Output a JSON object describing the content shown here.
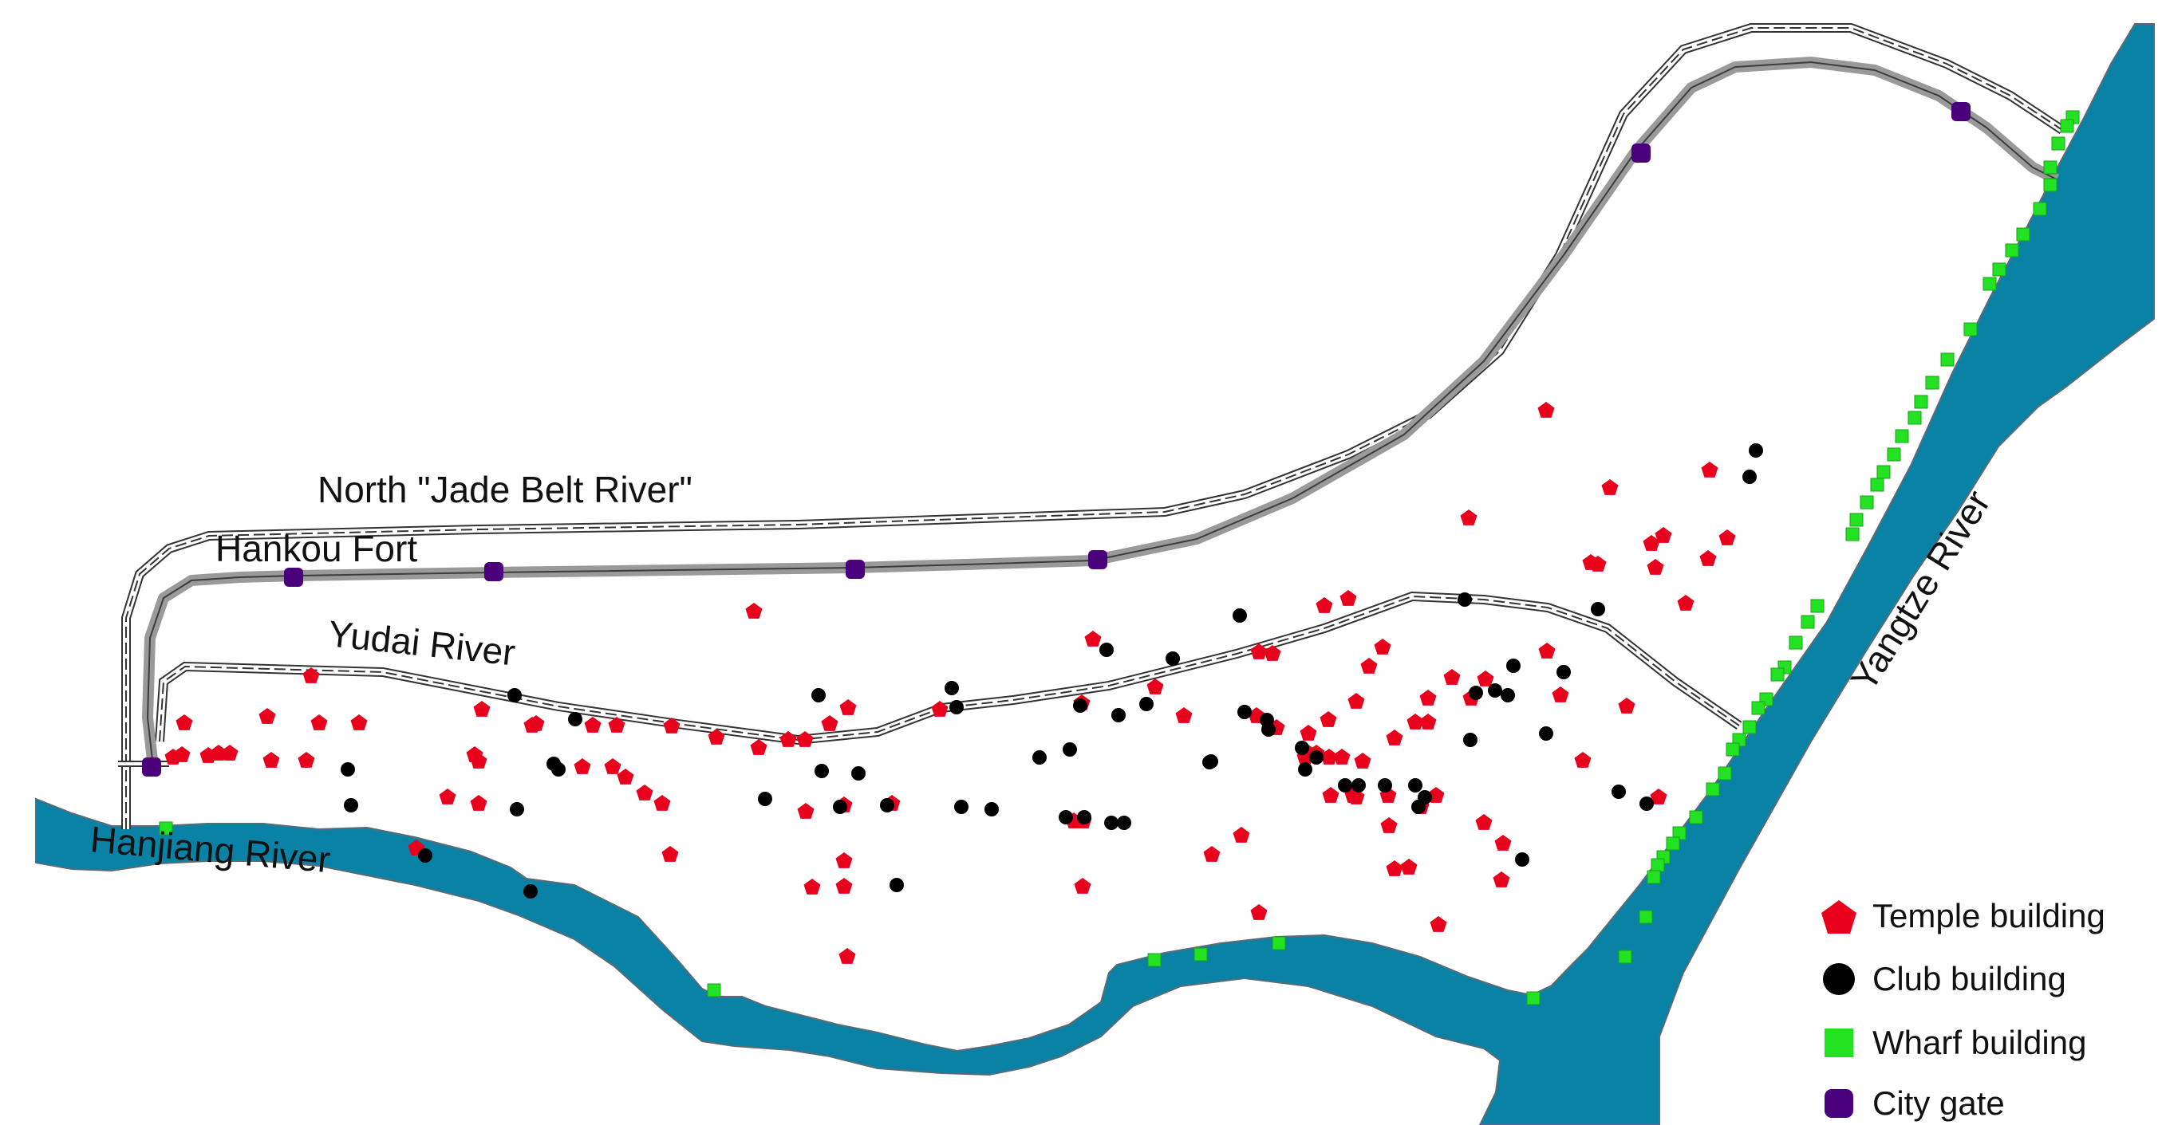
{
  "labels": {
    "north_river": "North \"Jade Belt River\"",
    "fort": "Hankou Fort",
    "yudai_river": "Yudai River",
    "hanjiang_river": "Hanjiang River",
    "yangtze_river": "Yangtze River"
  },
  "legend": [
    {
      "key": "temple",
      "label": "Temple building",
      "color": "#e8001c",
      "symbol": "pentagon"
    },
    {
      "key": "club",
      "label": "Club building",
      "color": "#000000",
      "symbol": "circle"
    },
    {
      "key": "wharf",
      "label": "Wharf building",
      "color": "#22e222",
      "symbol": "square"
    },
    {
      "key": "gate",
      "label": "City gate",
      "color": "#4a007a",
      "symbol": "rounded-square"
    }
  ],
  "colors": {
    "water": "#0a82a6",
    "water_edge": "#5a6b75",
    "fort_wall": "#9a9a9a",
    "river_line": "#333333"
  }
}
